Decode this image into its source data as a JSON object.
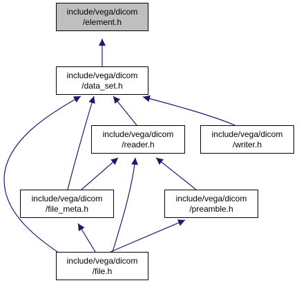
{
  "colors": {
    "edge": "#191970",
    "node_border": "#000000",
    "node_fill": "#ffffff",
    "current_node_fill": "#bfbfbf"
  },
  "nodes": {
    "element": {
      "line1": "include/vega/dicom",
      "line2": "/element.h"
    },
    "data_set": {
      "line1": "include/vega/dicom",
      "line2": "/data_set.h"
    },
    "reader": {
      "line1": "include/vega/dicom",
      "line2": "/reader.h"
    },
    "writer": {
      "line1": "include/vega/dicom",
      "line2": "/writer.h"
    },
    "file_meta": {
      "line1": "include/vega/dicom",
      "line2": "/file_meta.h"
    },
    "preamble": {
      "line1": "include/vega/dicom",
      "line2": "/preamble.h"
    },
    "file": {
      "line1": "include/vega/dicom",
      "line2": "/file.h"
    }
  },
  "edges": [
    {
      "from": "data_set",
      "to": "element"
    },
    {
      "from": "reader",
      "to": "data_set"
    },
    {
      "from": "writer",
      "to": "data_set"
    },
    {
      "from": "file_meta",
      "to": "data_set"
    },
    {
      "from": "file",
      "to": "data_set"
    },
    {
      "from": "file_meta",
      "to": "reader"
    },
    {
      "from": "preamble",
      "to": "reader"
    },
    {
      "from": "file",
      "to": "reader"
    },
    {
      "from": "file",
      "to": "file_meta"
    },
    {
      "from": "file",
      "to": "preamble"
    }
  ]
}
